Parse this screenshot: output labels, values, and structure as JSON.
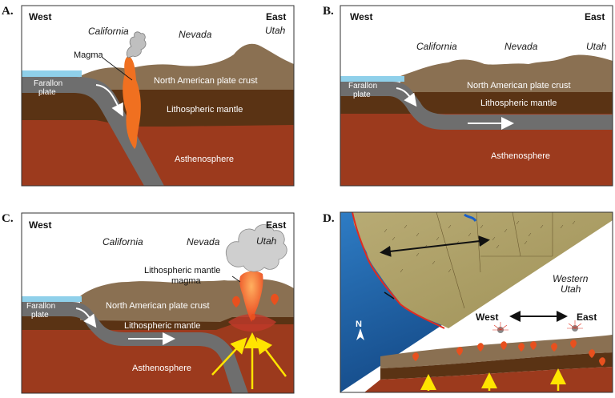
{
  "panels": {
    "A": {
      "letter": "A.",
      "west": "West",
      "east": "East",
      "states": [
        "California",
        "Nevada",
        "Utah"
      ],
      "magma": "Magma",
      "crust": "North American plate crust",
      "mantle": "Lithospheric mantle",
      "astheno": "Asthenosphere",
      "farallon_1": "Farallon",
      "farallon_2": "plate"
    },
    "B": {
      "letter": "B.",
      "west": "West",
      "east": "East",
      "states": [
        "California",
        "Nevada",
        "Utah"
      ],
      "crust": "North American plate crust",
      "mantle": "Lithospheric mantle",
      "astheno": "Asthenosphere",
      "farallon_1": "Farallon",
      "farallon_2": "plate"
    },
    "C": {
      "letter": "C.",
      "west": "West",
      "east": "East",
      "states": [
        "California",
        "Nevada",
        "Utah"
      ],
      "lm_magma_1": "Lithospheric mantle",
      "lm_magma_2": "magma",
      "crust": "North American plate crust",
      "mantle": "Lithospheric mantle",
      "astheno": "Asthenosphere",
      "farallon_1": "Farallon",
      "farallon_2": "plate"
    },
    "D": {
      "letter": "D.",
      "north": "N",
      "western_1": "Western",
      "western_2": "Utah",
      "west": "West",
      "east": "East"
    }
  },
  "colors": {
    "sea": "#8fd0ea",
    "crust": "#8a7052",
    "mantle": "#5a3314",
    "astheno": "#9c3a1d",
    "slab": "#6e6e6e",
    "magma": "#f07020",
    "ocean": "#1f5fa8",
    "land": "#b3a46a"
  }
}
